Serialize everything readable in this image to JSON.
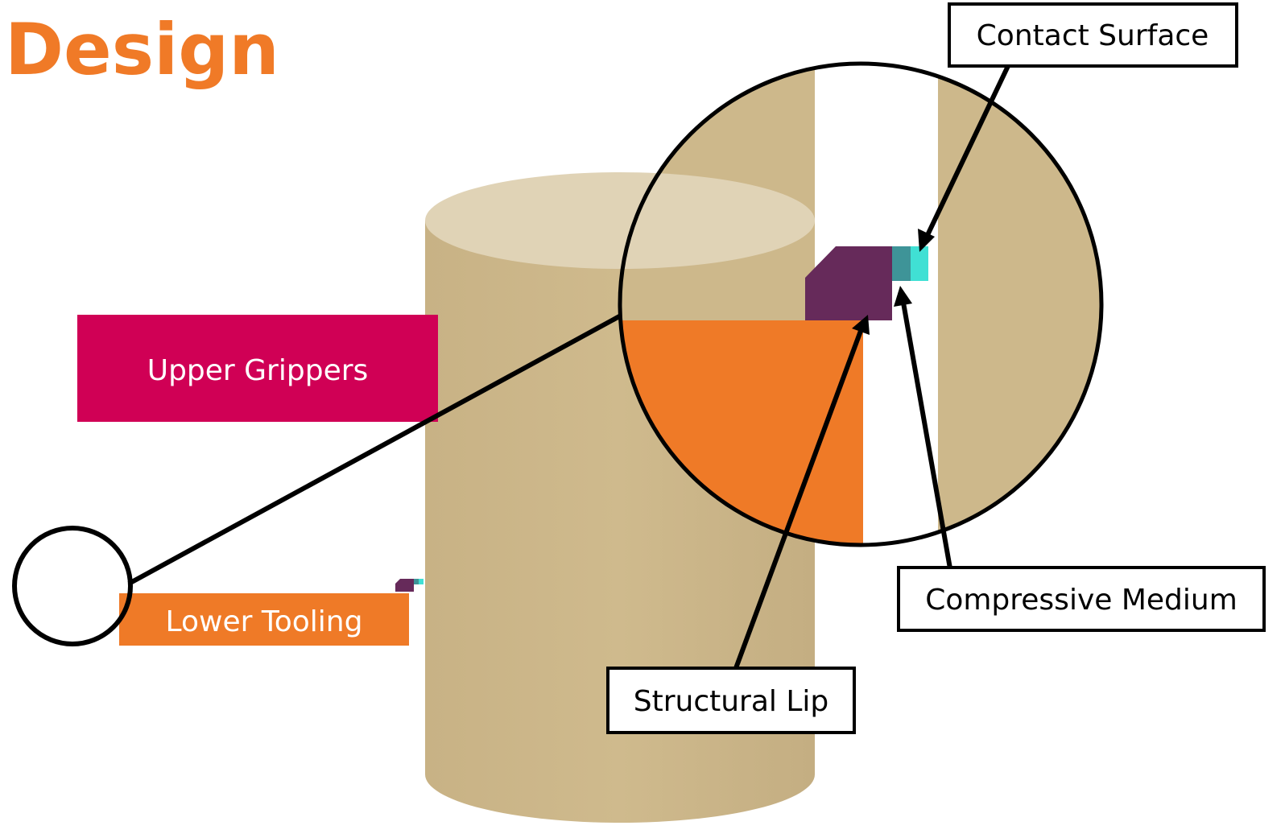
{
  "title": "Design",
  "labels": {
    "upper_grippers": "Upper Grippers",
    "lower_tooling": "Lower Tooling"
  },
  "callouts": {
    "contact_surface": "Contact Surface",
    "compressive_medium": "Compressive Medium",
    "structural_lip": "Structural Lip"
  },
  "colors": {
    "title": "#F07A27",
    "cylinder_body": "#CDB88B",
    "cylinder_top": "#E0D3B6",
    "upper_grippers": "#D00055",
    "lower_tooling": "#EF7A27",
    "structural_lip": "#662A5A",
    "compressive_medium_dark": "#3E9498",
    "contact_surface": "#40E0D4",
    "outline": "#000000"
  }
}
